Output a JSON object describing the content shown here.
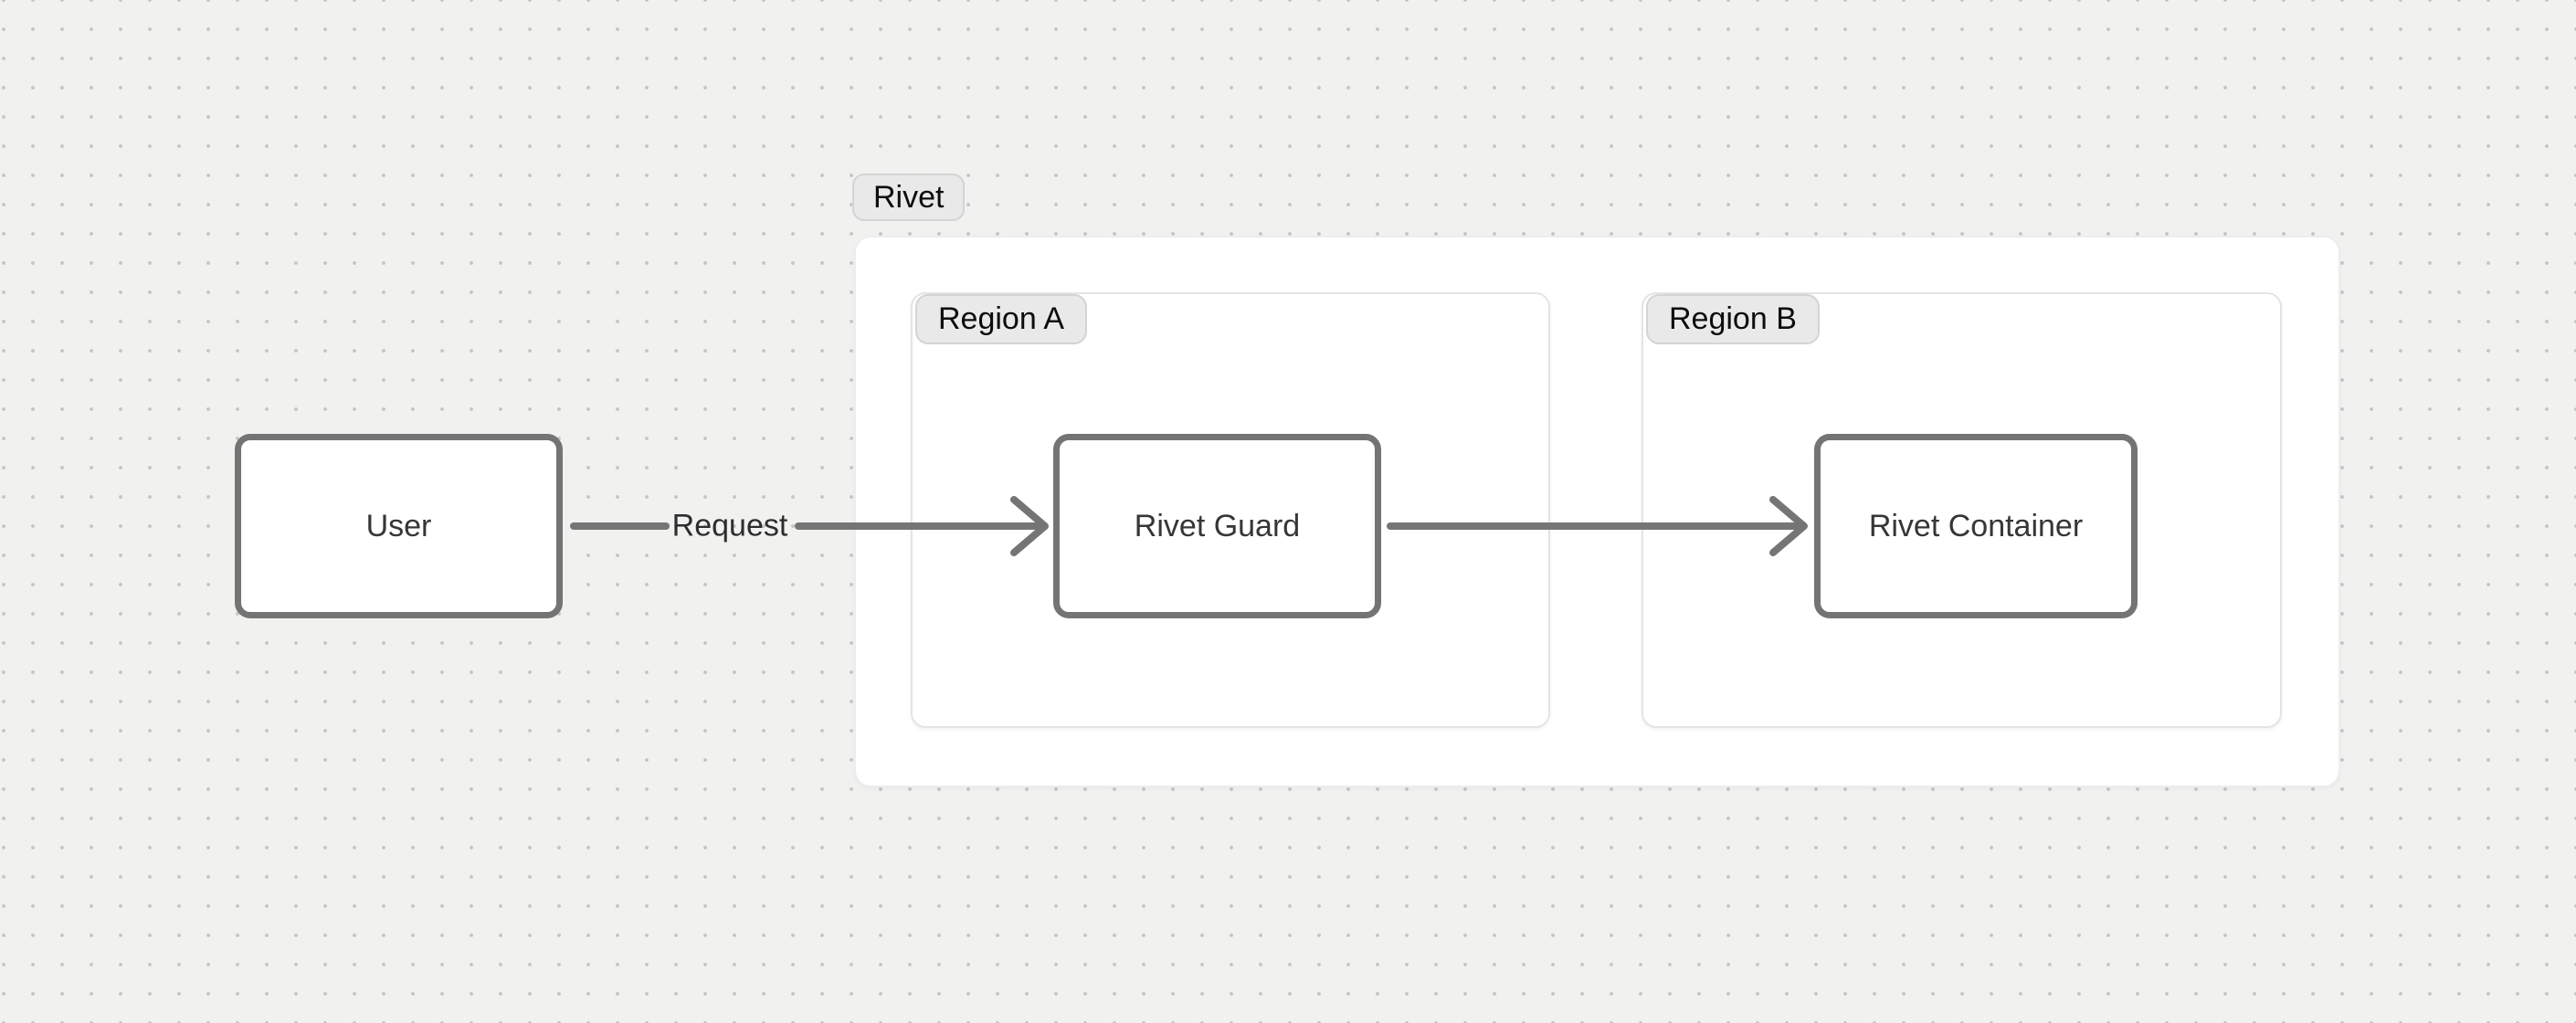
{
  "diagram": {
    "canvas": {
      "background_color": "#f1f1f0",
      "dot_grid_color": "#c4c4c4"
    },
    "colors": {
      "node_border": "#747474",
      "node_fill": "#ffffff",
      "node_text": "#363636",
      "edge_stroke": "#757575",
      "tag_fill": "#e9e9e9",
      "tag_border": "#d4d4d4",
      "tag_text": "#0d0d0d",
      "group_border": "#e4e4e4",
      "group_fill": "#ffffff"
    },
    "groups": {
      "rivet": {
        "label": "Rivet"
      },
      "region_a": {
        "label": "Region A"
      },
      "region_b": {
        "label": "Region B"
      }
    },
    "nodes": {
      "user": {
        "label": "User"
      },
      "rivet_guard": {
        "label": "Rivet Guard"
      },
      "rivet_container": {
        "label": "Rivet Container"
      }
    },
    "edges": {
      "user_to_rivet_guard": {
        "label": "Request"
      },
      "rivet_guard_to_rivet_container": {
        "label": ""
      }
    }
  }
}
